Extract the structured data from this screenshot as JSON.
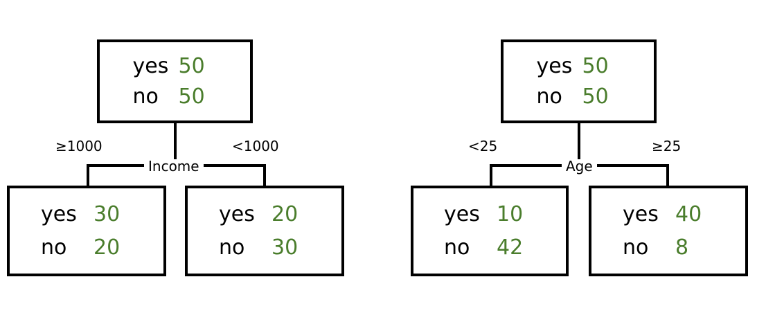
{
  "chart_data": {
    "type": "diagram",
    "diagram_kind": "decision-tree-split-comparison",
    "title": "",
    "accent_value_color": "#4a7d2c",
    "line_color": "#000000",
    "background": "#ffffff",
    "trees": [
      {
        "id": "income-tree",
        "split_label": "Income",
        "root": {
          "rows": [
            {
              "label": "yes",
              "value": "50"
            },
            {
              "label": "no",
              "value": "50"
            }
          ]
        },
        "branches": [
          {
            "condition": "≥1000",
            "leaf": {
              "rows": [
                {
                  "label": "yes",
                  "value": "30"
                },
                {
                  "label": "no",
                  "value": "20"
                }
              ]
            }
          },
          {
            "condition": "<1000",
            "leaf": {
              "rows": [
                {
                  "label": "yes",
                  "value": "20"
                },
                {
                  "label": "no",
                  "value": "30"
                }
              ]
            }
          }
        ]
      },
      {
        "id": "age-tree",
        "split_label": "Age",
        "root": {
          "rows": [
            {
              "label": "yes",
              "value": "50"
            },
            {
              "label": "no",
              "value": "50"
            }
          ]
        },
        "branches": [
          {
            "condition": "<25",
            "leaf": {
              "rows": [
                {
                  "label": "yes",
                  "value": "10"
                },
                {
                  "label": "no",
                  "value": "42"
                }
              ]
            }
          },
          {
            "condition": "≥25",
            "leaf": {
              "rows": [
                {
                  "label": "yes",
                  "value": "40"
                },
                {
                  "label": "no",
                  "value": "8"
                }
              ]
            }
          }
        ]
      }
    ]
  }
}
